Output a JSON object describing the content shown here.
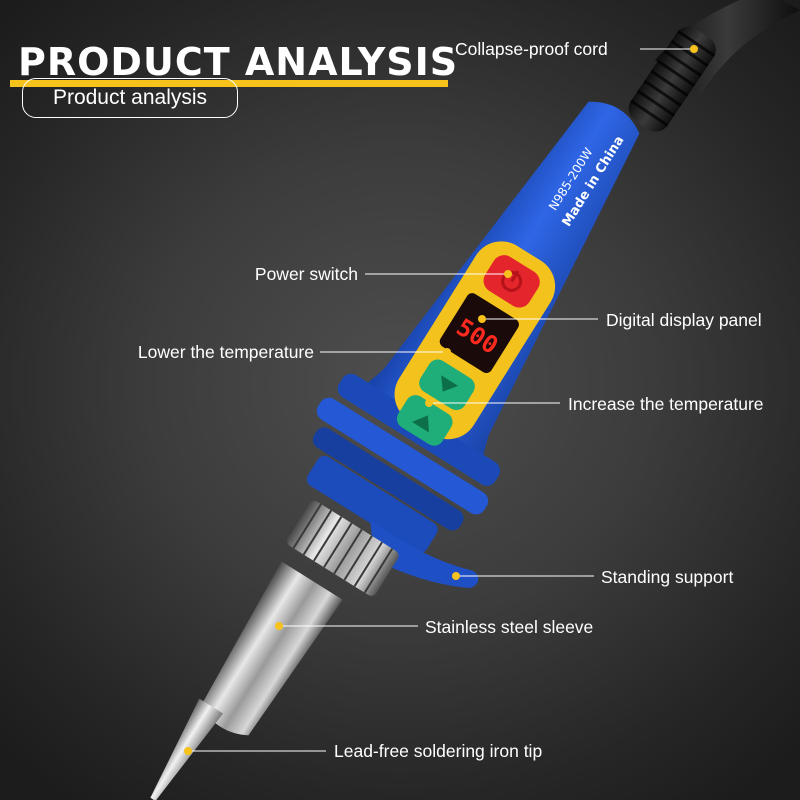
{
  "header": {
    "title": "PRODUCT ANALYSIS",
    "subtitle_pill": "Product analysis"
  },
  "product": {
    "model_text": "N985-200W",
    "origin_text": "Made in China",
    "display_digits": "500"
  },
  "callouts": {
    "cord": "Collapse-proof cord",
    "power_switch": "Power switch",
    "display_panel": "Digital display panel",
    "lower_temp": "Lower the temperature",
    "increase_temp": "Increase the temperature",
    "standing_support": "Standing support",
    "sleeve": "Stainless steel sleeve",
    "tip": "Lead-free soldering iron tip"
  },
  "colors": {
    "accent_yellow": "#f7c21b",
    "handle_blue": "#1f4fc4",
    "panel_yellow": "#f3c21c",
    "button_red": "#e4262c",
    "button_green": "#1fae7a",
    "text": "#ffffff"
  }
}
